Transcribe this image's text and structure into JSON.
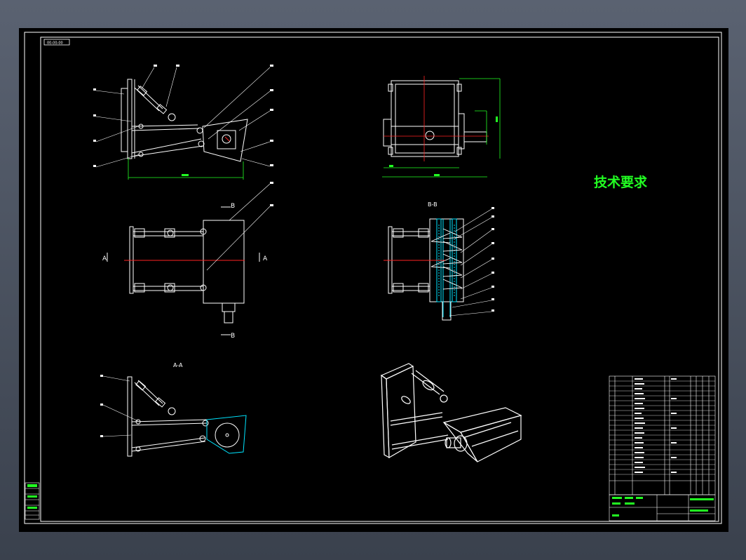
{
  "colors": {
    "background": "#000000",
    "frame": "#ffffff",
    "dim": "#22ff22",
    "center": "#ff2a2a",
    "section": "#00e5ff"
  },
  "drawing": {
    "tag_top_left": "00-00-00",
    "tech_req_title": "技术要求",
    "section_aa_top": "A",
    "section_aa_bottom": "A",
    "section_bb_top": "B",
    "section_bb_bottom": "B",
    "view_aa_title": "A-A",
    "view_bb_title": "B-B"
  }
}
